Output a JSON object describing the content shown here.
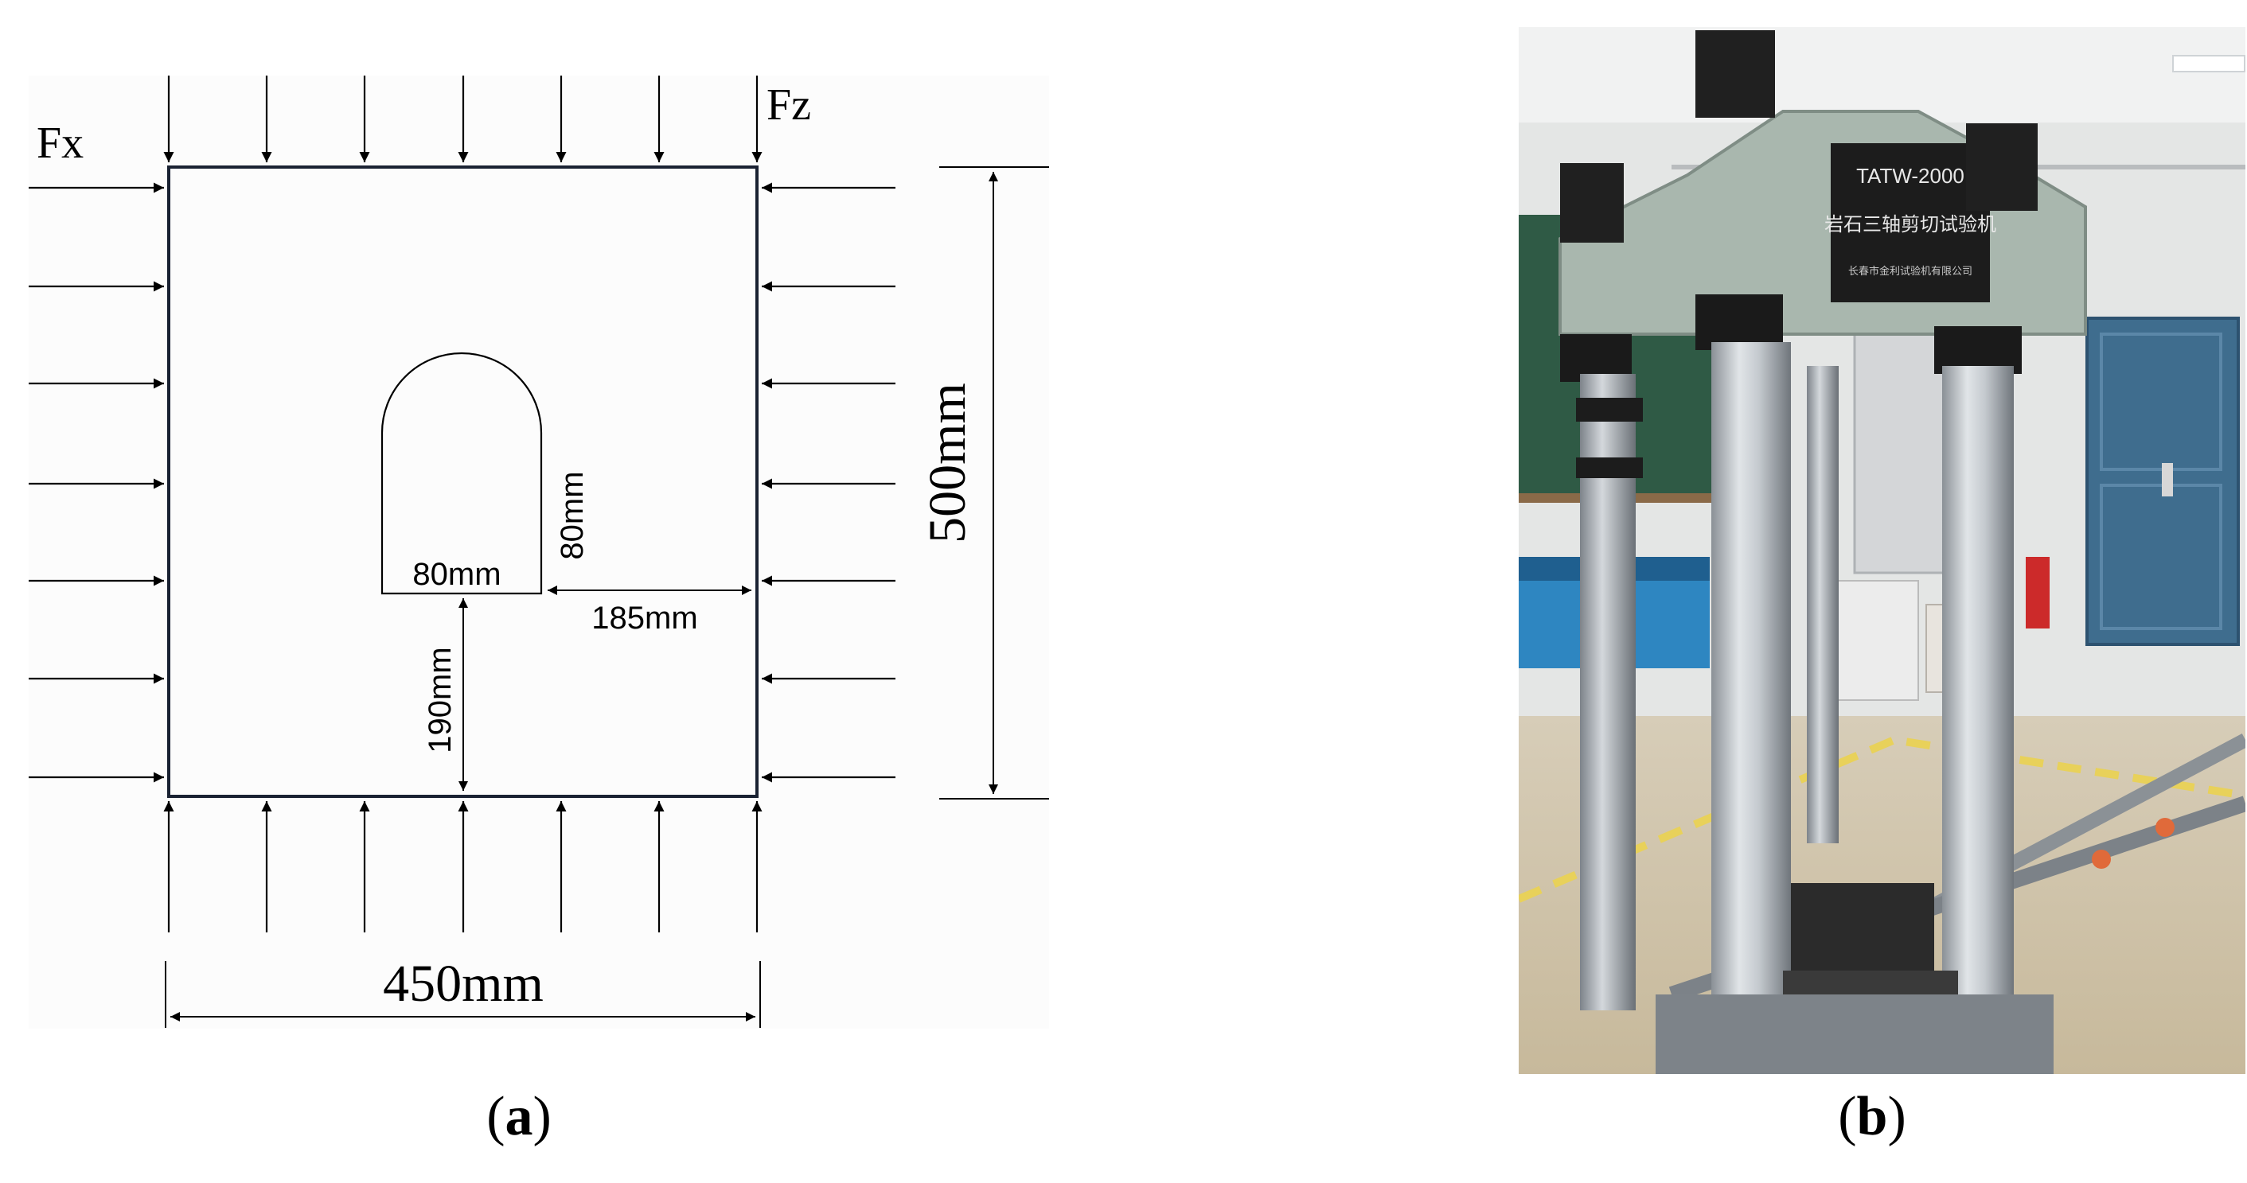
{
  "panel_a": {
    "caption_open": "(",
    "caption_letter": "a",
    "caption_close": ")",
    "force_x_label": "Fx",
    "force_z_label": "Fz",
    "height_dim_label": "500mm",
    "width_dim_label": "450mm",
    "opening_width_label": "80mm",
    "opening_height_label": "80mm",
    "right_offset_label": "185mm",
    "bottom_offset_label": "190mm"
  },
  "panel_b": {
    "caption_open": "(",
    "caption_letter": "b",
    "caption_close": ")",
    "machine_model": "TATW-2000",
    "machine_name": "岩石三轴剪切试验机",
    "manufacturer": "长春市金利试验机有限公司"
  },
  "colors": {
    "line": "#000000",
    "specimen_outline": "#1a2233",
    "drawing_bg": "#fcfcfc",
    "machine_frame": "#a9b7ae",
    "nameplate": "#1c1c1c",
    "door": "#3f6d8e",
    "column": "#b9bec4"
  }
}
